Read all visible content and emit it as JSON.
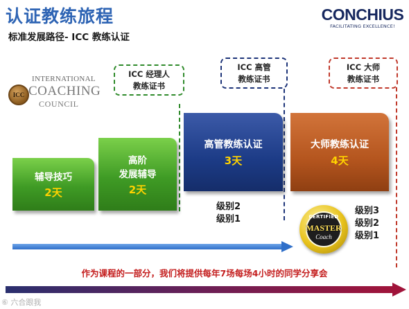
{
  "header": {
    "title": "认证教练旅程",
    "subtitle": "标准发展路径- ICC 教练认证"
  },
  "brand": {
    "name": "CONCHIUS",
    "tagline": "FACILITATING EXCELLENCE!"
  },
  "icc_logo": {
    "line1": "INTERNATIONAL",
    "line2": "COACHING",
    "line3": "COUNCIL",
    "seal": "ICC"
  },
  "steps": [
    {
      "line1": "辅导技巧",
      "line2": "",
      "days": "2天",
      "color": "#3f9b25"
    },
    {
      "line1": "高阶",
      "line2": "发展辅导",
      "days": "2天",
      "color": "#3f9b25"
    },
    {
      "line1": "高管教练认证",
      "line2": "",
      "days": "3天",
      "color": "#1c3b86"
    },
    {
      "line1": "大师教练认证",
      "line2": "",
      "days": "4天",
      "color": "#b4551e"
    }
  ],
  "certificates": [
    {
      "line1": "ICC 经理人",
      "line2": "教练证书",
      "border": "#2e8a2a"
    },
    {
      "line1": "ICC 高管",
      "line2": "教练证书",
      "border": "#1c3378"
    },
    {
      "line1": "ICC 大师",
      "line2": "教练证书",
      "border": "#c0392b"
    }
  ],
  "levels": {
    "executive": [
      "级别2",
      "级别1"
    ],
    "master": [
      "级别3",
      "级别2",
      "级别1"
    ]
  },
  "badge": {
    "top": "CERTIFIED",
    "middle": "MASTER",
    "bottom": "Coach"
  },
  "note": "作为课程的一部分，我们将提供每年7场每场4小时的同学分享会",
  "watermark": "⑥ 六合跟我",
  "colors": {
    "title": "#2e64b4",
    "progress_arrow": "#2f6fc9",
    "timeline_arrow": "#8a1538",
    "note": "#c41e1e",
    "days": "#ffd200"
  }
}
